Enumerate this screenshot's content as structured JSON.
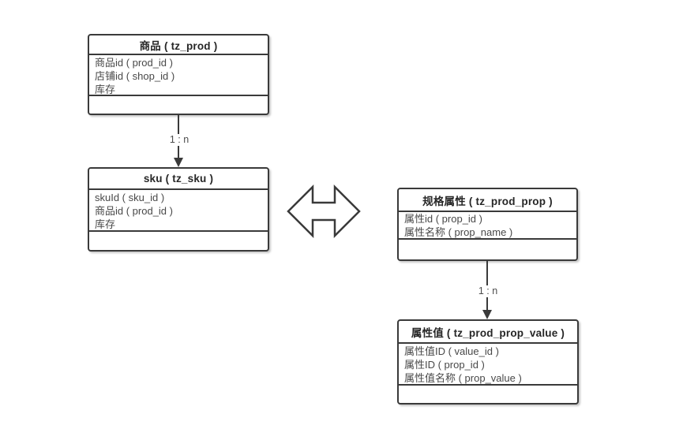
{
  "diagram": {
    "background": "#ffffff",
    "stroke_color": "#3a3a3a",
    "text_color": "#484848",
    "entities": [
      {
        "title": "商品 ( tz_prod )",
        "fields": [
          "商品id ( prod_id )",
          "店铺id ( shop_id )",
          "库存"
        ]
      },
      {
        "title": "sku ( tz_sku )",
        "fields": [
          "skuId ( sku_id )",
          "商品id ( prod_id )",
          "库存"
        ]
      },
      {
        "title": "规格属性 ( tz_prod_prop )",
        "fields": [
          "属性id ( prop_id )",
          "属性名称 ( prop_name )"
        ]
      },
      {
        "title": "属性值 ( tz_prod_prop_value )",
        "fields": [
          "属性值ID ( value_id )",
          "属性ID ( prop_id )",
          "属性值名称 ( prop_value )"
        ]
      }
    ],
    "connectors": [
      {
        "label": "1 : n"
      },
      {
        "label": "1 : n"
      }
    ],
    "symbols": [
      {
        "name": "double-headed-arrow"
      }
    ]
  }
}
